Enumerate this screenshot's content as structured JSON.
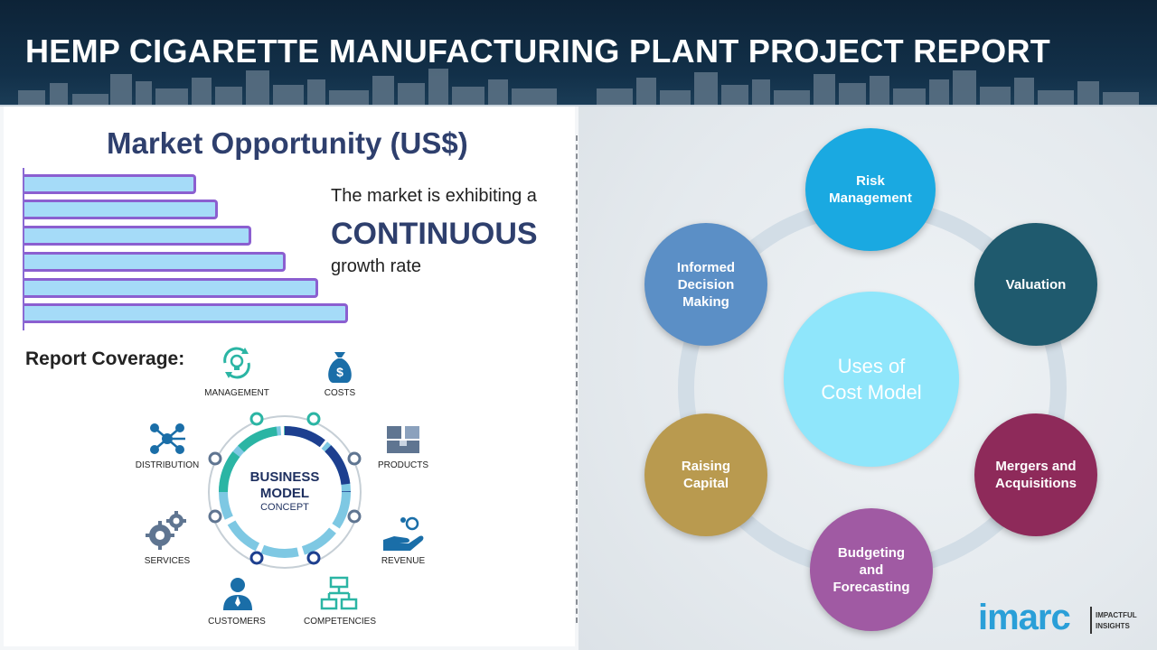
{
  "header": {
    "title": "HEMP CIGARETTE MANUFACTURING PLANT PROJECT REPORT"
  },
  "market": {
    "title": "Market Opportunity (US$)",
    "bar_fill_color": "#a5dbf8",
    "bar_border_color": "#8b5fd0",
    "trend_line1": "The market is exhibiting a",
    "trend_emphasis": "CONTINUOUS",
    "trend_line3": "growth rate"
  },
  "coverage": {
    "label": "Report Coverage:",
    "center_line1": "BUSINESS",
    "center_line2": "MODEL",
    "center_line3": "CONCEPT",
    "items": [
      {
        "label": "MANAGEMENT",
        "icon": "lightbulb-cycle-icon"
      },
      {
        "label": "COSTS",
        "icon": "money-bag-icon"
      },
      {
        "label": "PRODUCTS",
        "icon": "boxes-icon"
      },
      {
        "label": "REVENUE",
        "icon": "hand-coins-icon"
      },
      {
        "label": "COMPETENCIES",
        "icon": "hierarchy-icon"
      },
      {
        "label": "CUSTOMERS",
        "icon": "person-icon"
      },
      {
        "label": "SERVICES",
        "icon": "gears-icon"
      },
      {
        "label": "DISTRIBUTION",
        "icon": "network-icon"
      }
    ]
  },
  "uses": {
    "center_line1": "Uses of",
    "center_line2": "Cost Model",
    "nodes": [
      {
        "lines": [
          "Risk",
          "Management"
        ],
        "color": "#1aa9e1"
      },
      {
        "lines": [
          "Valuation"
        ],
        "color": "#1f5a6e"
      },
      {
        "lines": [
          "Mergers and",
          "Acquisitions"
        ],
        "color": "#8e2a5a"
      },
      {
        "lines": [
          "Budgeting",
          "and",
          "Forecasting"
        ],
        "color": "#a05aa3"
      },
      {
        "lines": [
          "Raising",
          "Capital"
        ],
        "color": "#b99a4f"
      },
      {
        "lines": [
          "Informed",
          "Decision",
          "Making"
        ],
        "color": "#5b8fc6"
      }
    ]
  },
  "logo": {
    "brand": "imarc",
    "tagline1": "IMPACTFUL",
    "tagline2": "INSIGHTS"
  }
}
